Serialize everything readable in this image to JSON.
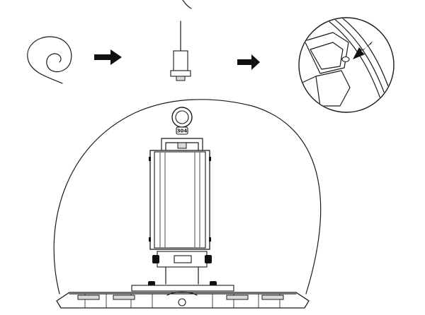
{
  "figure": {
    "steps": [
      "safety-cable-coil",
      "hook-attachment",
      "fixing-hole-detail"
    ],
    "arrows": [
      "right",
      "right"
    ],
    "detail_callout": "arrow-to-hole"
  },
  "fixture": {
    "eyebolt_marking": "304",
    "parts": [
      "eye-bolt",
      "mounting-bracket",
      "driver-box",
      "heat-sink",
      "shade-ring"
    ]
  }
}
